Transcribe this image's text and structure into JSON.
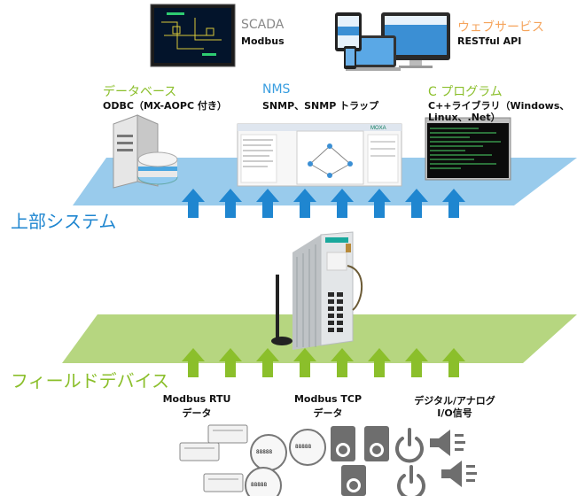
{
  "colors": {
    "blue_band": "#8ec5ea",
    "green_band": "#a9cf6a",
    "blue_arrow": "#1f86d0",
    "green_arrow": "#8bbf2b",
    "orange_text": "#f5a45c",
    "green_text": "#8bbf2b",
    "blue_text": "#3a9ee0",
    "gray_text": "#888888"
  },
  "top": {
    "scada": {
      "title": "SCADA",
      "subtitle": "Modbus"
    },
    "web": {
      "title": "ウェブサービス",
      "subtitle": "RESTful API"
    }
  },
  "middle": {
    "database": {
      "title": "データベース",
      "subtitle": "ODBC（MX-AOPC 付き）"
    },
    "nms": {
      "title": "NMS",
      "subtitle": "SNMP、SNMP トラップ"
    },
    "cprog": {
      "title": "C プログラム",
      "subtitle_line1": "C++ライブラリ（Windows、",
      "subtitle_line2": "Linux、.Net）"
    },
    "nms_logo": "MOXA"
  },
  "layers": {
    "upper": "上部システム",
    "field": "フィールドデバイス"
  },
  "bottom": {
    "rtu_line1": "Modbus RTU",
    "rtu_line2": "データ",
    "tcp_line1": "Modbus TCP",
    "tcp_line2": "データ",
    "io_line1": "デジタル/アナログ",
    "io_line2": "I/O信号",
    "meter_readout": "88888"
  },
  "icons": [
    "scada-screen",
    "monitor",
    "laptop",
    "tablet",
    "phone",
    "server-tower",
    "database-cylinder",
    "nms-screenshot",
    "console-window",
    "io-module-device",
    "antenna",
    "panel-meter",
    "digital-meter",
    "speaker",
    "power-symbol",
    "horn"
  ]
}
